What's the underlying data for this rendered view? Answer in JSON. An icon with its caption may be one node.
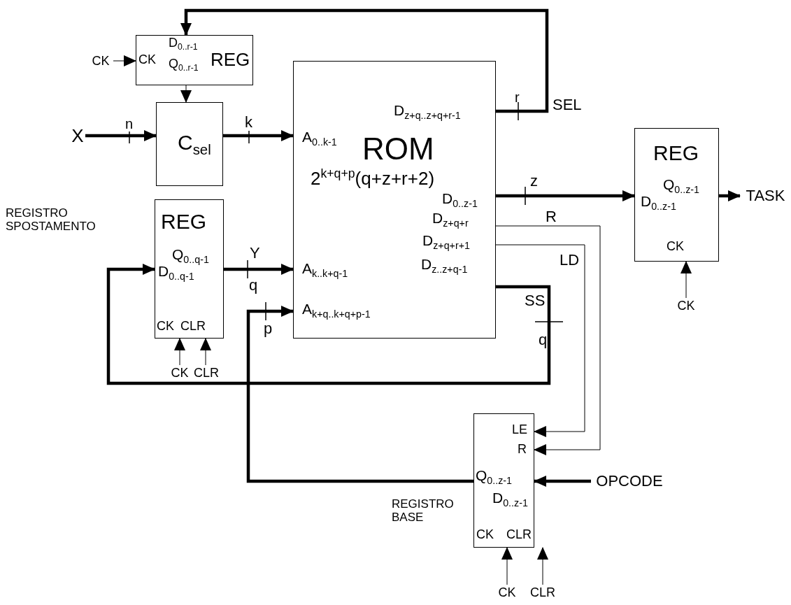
{
  "diagram": {
    "nodes": [
      {
        "text": [
          "CK",
          "D$_{0..r-1}$",
          "Q$_{0..r-1}$",
          "REG"
        ]
      },
      {
        "text": [
          "C$_{sel}$"
        ]
      },
      {
        "text": [
          "D$_{z+q..z+q+r-1}$",
          "A$_{0..k-1}$",
          "ROM",
          "2$^{k+q+p}$(q+z+r+2)",
          "D$_{0..z-1}$",
          "D$_{z+q+r}$",
          "D$_{z+q+r+1}$",
          "A$_{k..k+q-1}$",
          "D$_{z..z+q-1}$",
          "A$_{k+q..k+q+p-1}$"
        ]
      },
      {
        "text": [
          "REG",
          "Q$_{0..z-1}$",
          "D$_{0..z-1}$",
          "CK"
        ]
      },
      {
        "text": [
          "REG",
          "Q$_{0..q-1}$",
          "D$_{0..q-1}$",
          "CK",
          "CLR"
        ]
      },
      {
        "text": [
          "LE",
          "R",
          "Q$_{0..z-1}$",
          "D$_{0..z-1}$",
          "CK",
          "CLR"
        ],
        "beside": [
          "REGISTRO BASE"
        ]
      },
      {
        "text": [
          "CK"
        ]
      },
      {
        "text": [
          "X"
        ]
      },
      {
        "text": [
          "TASK"
        ]
      },
      {
        "text": [
          "CK"
        ]
      },
      {
        "text": [
          "CK"
        ]
      },
      {
        "text": [
          "CLR"
        ]
      },
      {
        "text": [
          "OPCODE"
        ]
      },
      {
        "text": [
          "CK"
        ]
      },
      {
        "text": [
          "CLR"
        ]
      }
    ],
    "edges": [
      {
        "from": 2,
        "to": 0,
        "arrow": "to",
        "label": "SEL",
        "style": "thick"
      },
      {
        "from": 6,
        "to": 0,
        "arrow": "to"
      },
      {
        "from": 0,
        "to": 1,
        "arrow": "to"
      },
      {
        "from": 7,
        "to": 1,
        "arrow": "to",
        "label": "n",
        "style": "thick"
      },
      {
        "from": 1,
        "to": 2,
        "arrow": "to",
        "label": "k",
        "style": "thick"
      },
      {
        "from": 4,
        "to": 2,
        "arrow": "to",
        "label": "Y",
        "style": "thick"
      },
      {
        "from": 5,
        "to": 2,
        "arrow": "to",
        "label": "p",
        "style": "thick"
      },
      {
        "from": 2,
        "to": 3,
        "arrow": "to",
        "label": "z",
        "style": "thick"
      },
      {
        "from": 3,
        "to": 8,
        "arrow": "to",
        "style": "thick"
      },
      {
        "from": 9,
        "to": 3,
        "arrow": "to"
      },
      {
        "from": 2,
        "to": 4,
        "arrow": "to",
        "label": "SS",
        "style": "thick"
      },
      {
        "from": 10,
        "to": 4,
        "arrow": "to"
      },
      {
        "from": 11,
        "to": 4,
        "arrow": "to"
      },
      {
        "from": 2,
        "to": 5,
        "arrow": "to",
        "label": "R"
      },
      {
        "from": 2,
        "to": 5,
        "arrow": "to",
        "label": "LD"
      },
      {
        "from": 12,
        "to": 5,
        "arrow": "to",
        "style": "thick"
      },
      {
        "from": 13,
        "to": 5,
        "arrow": "to"
      },
      {
        "from": 14,
        "to": 5,
        "arrow": "to"
      }
    ],
    "labels": [
      "r",
      "REGISTRO SPOSTAMENTO",
      "q",
      "q"
    ]
  }
}
